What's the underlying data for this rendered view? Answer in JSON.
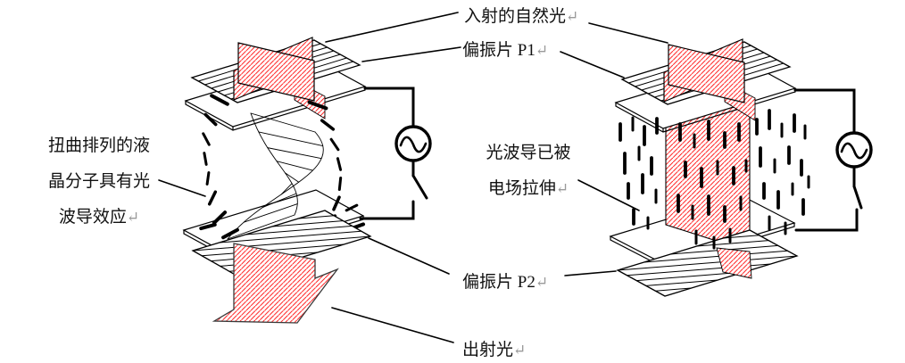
{
  "figure_type": "lcd-light-switch-principle-diagram",
  "labels": {
    "incident_light": {
      "text": "入射的自然光",
      "mark": "↵"
    },
    "polarizer_p1": {
      "text": "偏振片 P1",
      "mark": "↵"
    },
    "twisted_lc": {
      "line1": "扭曲排列的液",
      "line2": "晶分子具有光",
      "line3": "波导效应",
      "mark": "↵"
    },
    "stretched_waveguide": {
      "line1": "光波导已被",
      "line2": "电场拉伸",
      "mark": "↵"
    },
    "polarizer_p2": {
      "text": "偏振片 P2",
      "mark": "↵"
    },
    "exit_light": {
      "text": "出射光",
      "mark": "↵"
    }
  },
  "panels": {
    "left": {
      "switch_state": "open",
      "ac_source": "sine-wave",
      "exit_light_shown": true,
      "lc_arrangement": "twisted"
    },
    "right": {
      "switch_state": "closed",
      "ac_source": "sine-wave",
      "exit_light_shown": false,
      "lc_arrangement": "field-aligned"
    }
  },
  "colors": {
    "outline": "#000000",
    "hatch": "#ff0000",
    "text": "#111111",
    "return_mark": "#9a9a9a",
    "background": "#ffffff"
  }
}
